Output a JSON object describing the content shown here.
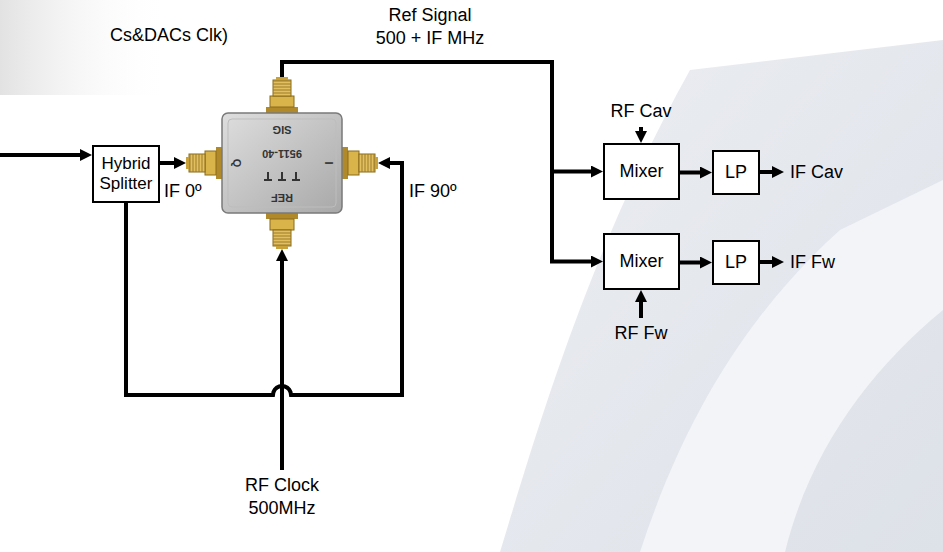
{
  "diagram": {
    "nodes": [
      {
        "text": [
          "Hybrid Splitter"
        ]
      },
      {
        "text": [
          "SIG",
          "Q",
          "9511-40",
          "I",
          "REF"
        ]
      },
      {
        "text": [
          "Mixer"
        ]
      },
      {
        "text": [
          "LP"
        ]
      },
      {
        "text": [
          "Mixer"
        ]
      },
      {
        "text": [
          "LP"
        ]
      }
    ],
    "edges": [
      {
        "from": 0,
        "to": 1,
        "arrow": "to",
        "label": "IF 0º"
      },
      {
        "from": 0,
        "to": 1,
        "arrow": "to",
        "label": "IF 90º"
      },
      {
        "from": 1,
        "to": 2,
        "arrow": "to"
      },
      {
        "from": 1,
        "to": 4,
        "arrow": "to"
      },
      {
        "from": 2,
        "to": 3,
        "arrow": "to"
      },
      {
        "from": 4,
        "to": 5,
        "arrow": "to"
      }
    ],
    "labels": [
      "Cs&DACs Clk)",
      "Ref Signal 500 + IF MHz",
      "RF Cav",
      "IF Cav",
      "IF Fw",
      "RF Fw",
      "RF Clock 500MHz"
    ]
  }
}
